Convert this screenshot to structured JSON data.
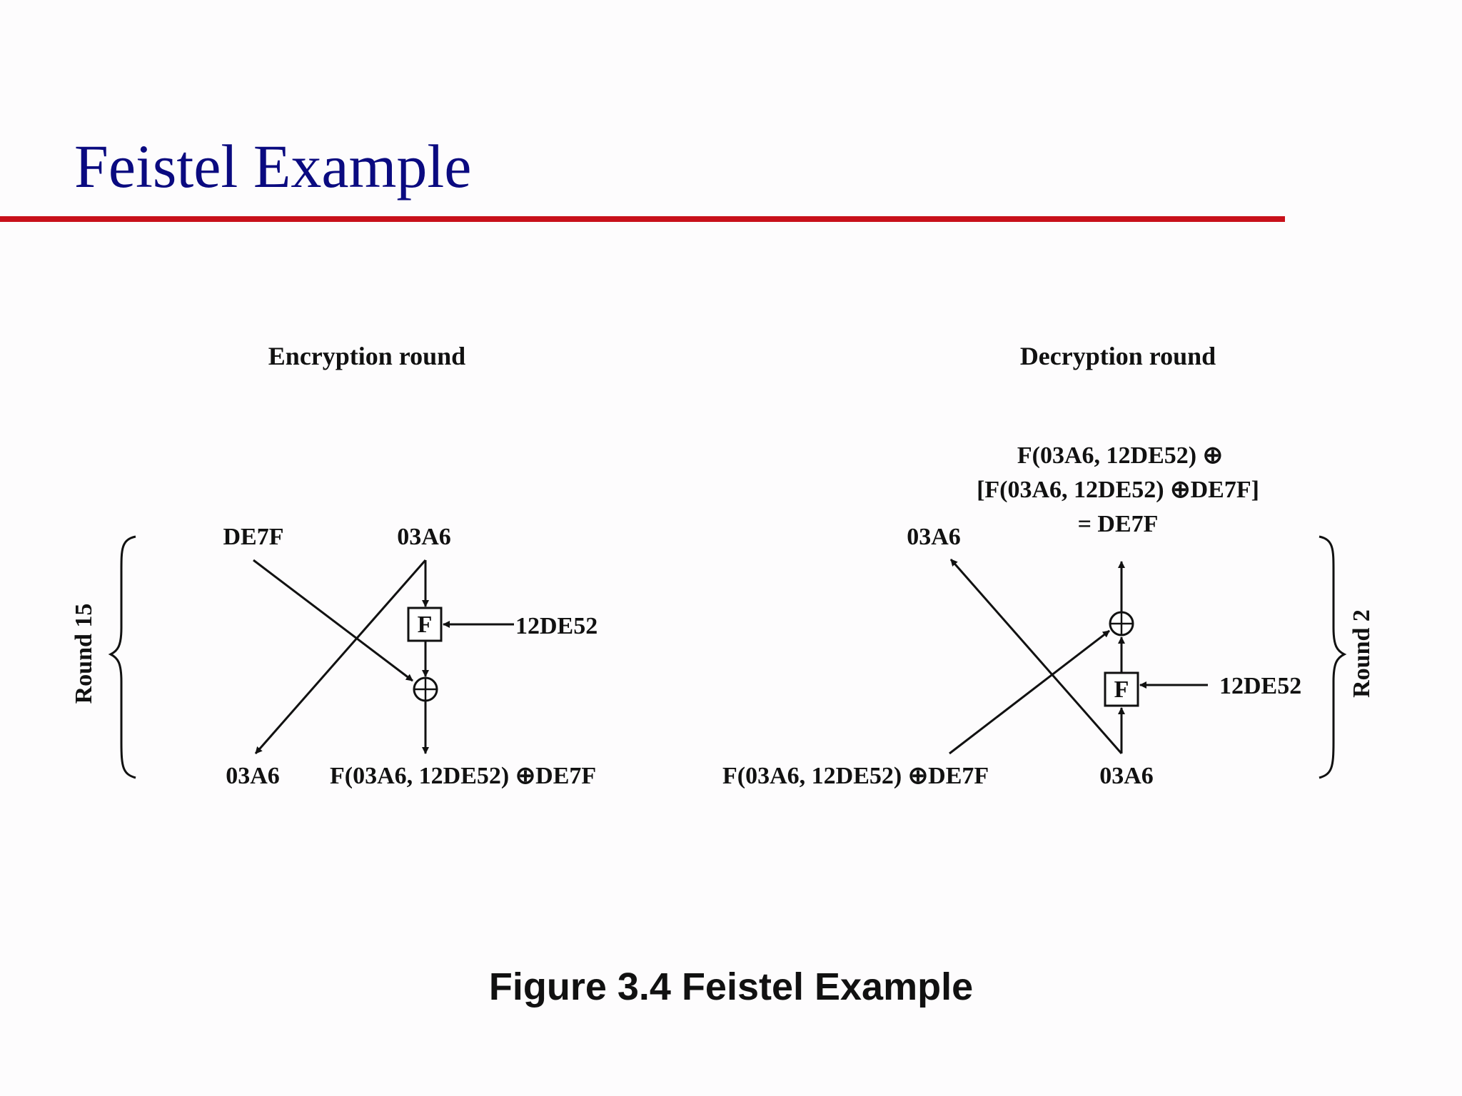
{
  "slide": {
    "title": "Feistel Example",
    "accent_title_color": "#0a0a80",
    "accent_rule_color": "#c8101a"
  },
  "encryption": {
    "header": "Encryption round",
    "round_label": "Round 15",
    "left_in": "DE7F",
    "right_in": "03A6",
    "key": "12DE52",
    "f_label": "F",
    "left_out": "03A6",
    "right_out": "F(03A6, 12DE52) ⊕DE7F"
  },
  "decryption": {
    "header": "Decryption round",
    "round_label": "Round 2",
    "left_out": "03A6",
    "result_line1": "F(03A6, 12DE52) ⊕",
    "result_line2": "[F(03A6, 12DE52) ⊕DE7F]",
    "result_line3": "= DE7F",
    "key": "12DE52",
    "f_label": "F",
    "left_in": "F(03A6, 12DE52) ⊕DE7F",
    "right_in": "03A6"
  },
  "figure": {
    "caption": "Figure 3.4  Feistel Example"
  }
}
